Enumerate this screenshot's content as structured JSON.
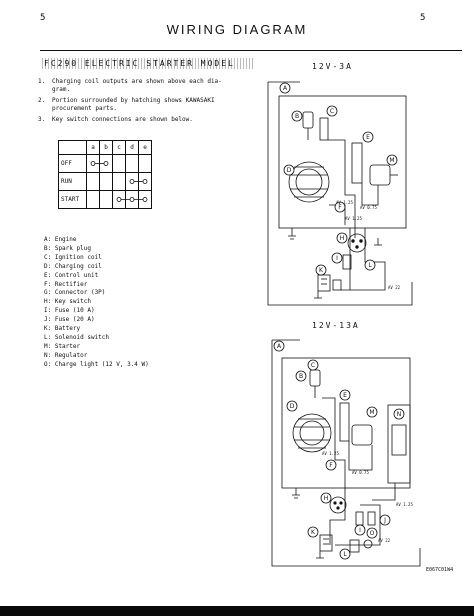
{
  "page_numbers": {
    "left": "5",
    "right": "5"
  },
  "title": "WIRING DIAGRAM",
  "model_heading": "FC290 ELECTRIC STARTER MODEL",
  "notes": [
    {
      "num": "1.",
      "text": "Charging coil outputs are shown above each dia-\ngram."
    },
    {
      "num": "2.",
      "text": "Portion surrounded by hatching shows KAWASAKI\nprocurement parts."
    },
    {
      "num": "3.",
      "text": "Key switch connections are shown below."
    }
  ],
  "key_switch_table": {
    "columns": [
      "a",
      "b",
      "c",
      "d",
      "e"
    ],
    "rows": [
      {
        "label": "OFF",
        "links": [
          [
            0,
            1
          ]
        ]
      },
      {
        "label": "RUN",
        "links": [
          [
            3,
            4
          ]
        ]
      },
      {
        "label": "START",
        "links": [
          [
            2,
            3,
            4
          ]
        ]
      }
    ]
  },
  "legend": [
    "A: Engine",
    "B: Spark plug",
    "C: Ignition coil",
    "D: Charging coil",
    "E: Control unit",
    "F: Rectifier",
    "G: Connector (3P)",
    "H: Key switch",
    "I: Fuse (10 A)",
    "J: Fuse (20 A)",
    "K: Battery",
    "L: Solenoid switch",
    "M: Starter",
    "N: Regulator",
    "O: Charge light (12 V, 3.4 W)"
  ],
  "diagram_top": {
    "heading": "12V-3A",
    "markers": [
      "A",
      "B",
      "C",
      "D",
      "E",
      "M",
      "F",
      "H",
      "I",
      "K",
      "L"
    ],
    "wire_labels": [
      "AV 1.25",
      "AV 0.75",
      "AV 1.25",
      "AV 22"
    ]
  },
  "diagram_bottom": {
    "heading": "12V-13A",
    "markers": [
      "A",
      "B",
      "C",
      "D",
      "E",
      "M",
      "N",
      "F",
      "H",
      "I",
      "J",
      "K",
      "L",
      "O"
    ],
    "wire_labels": [
      "AV 1.25",
      "AV 0.75",
      "AV 1.25",
      "AV 22"
    ]
  },
  "figure_code": "E067C01W4"
}
